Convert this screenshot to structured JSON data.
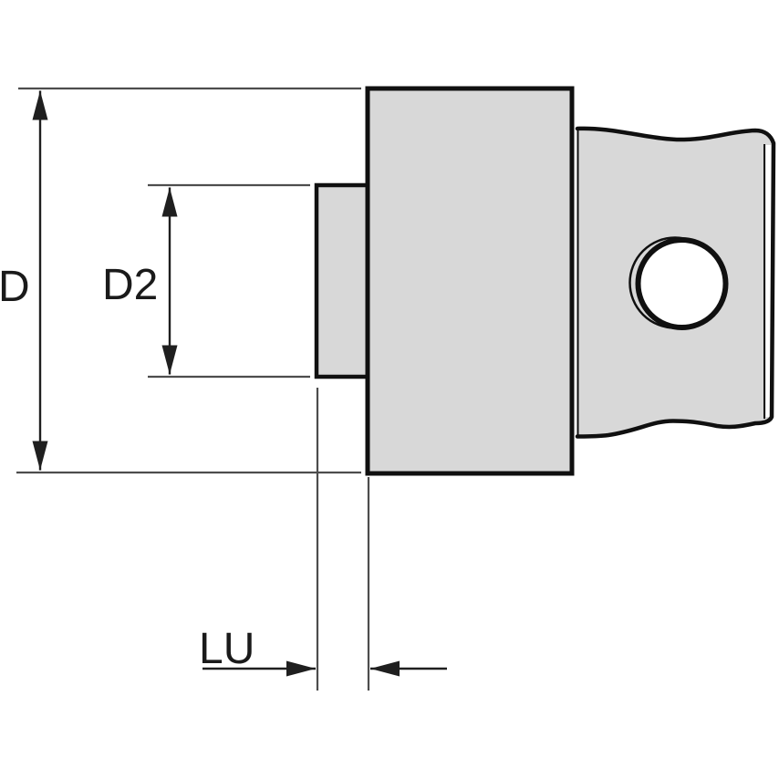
{
  "drawing": {
    "type": "technical-dimension-drawing",
    "dimension_labels": {
      "outer_diameter": "D",
      "pilot_diameter": "D2",
      "usable_length": "LU"
    }
  },
  "colors": {
    "background": "#ffffff",
    "part_fill": "#d8d8d8",
    "part_outline": "#101010",
    "dimension_line": "#1f1f1f",
    "extension_line": "#4d4d4d",
    "label_text": "#1a1a1a",
    "hole_fill": "#ffffff"
  }
}
